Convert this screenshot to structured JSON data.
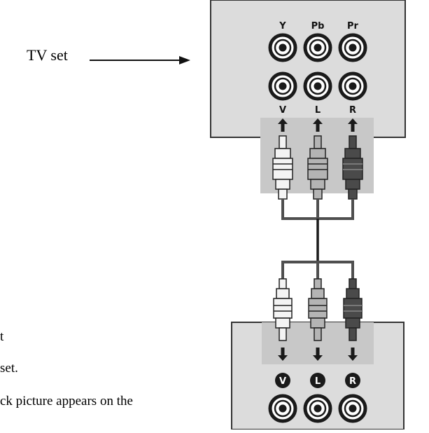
{
  "tv_set_label": "TV set",
  "tv_jacks_top": [
    "Y",
    "Pb",
    "Pr"
  ],
  "tv_jacks_bottom": [
    "V",
    "L",
    "R"
  ],
  "device_jacks": [
    "V",
    "L",
    "R"
  ],
  "cut_text": {
    "line1": "t",
    "line2": "set.",
    "line3": "ck picture appears on the"
  },
  "colors": {
    "panel": "#dcdcdc",
    "panel_border": "#333333",
    "connector_zone": "#c8c8c8",
    "plug_white": "#f4f4f4",
    "plug_red_gray": "#b4b4b4",
    "plug_dark": "#4a4a4a",
    "cable": "#4f4f4f"
  }
}
